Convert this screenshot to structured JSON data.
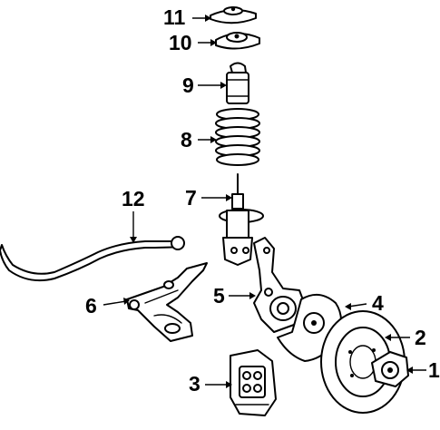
{
  "callouts": [
    {
      "id": "1",
      "label": "1"
    },
    {
      "id": "2",
      "label": "2"
    },
    {
      "id": "3",
      "label": "3"
    },
    {
      "id": "4",
      "label": "4"
    },
    {
      "id": "5",
      "label": "5"
    },
    {
      "id": "6",
      "label": "6"
    },
    {
      "id": "7",
      "label": "7"
    },
    {
      "id": "8",
      "label": "8"
    },
    {
      "id": "9",
      "label": "9"
    },
    {
      "id": "10",
      "label": "10"
    },
    {
      "id": "11",
      "label": "11"
    },
    {
      "id": "12",
      "label": "12"
    }
  ],
  "colors": {
    "ink": "#000000",
    "background": "#ffffff"
  }
}
